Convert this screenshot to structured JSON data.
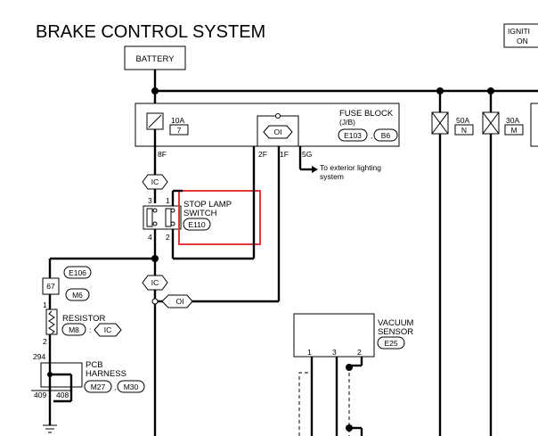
{
  "title": "BRAKE CONTROL SYSTEM",
  "ignition_label": [
    "IGNITI",
    "ON"
  ],
  "battery_label": "BATTERY",
  "fuse_10a": {
    "rating": "10A",
    "number": "7"
  },
  "fuse_block": {
    "line1": "FUSE BLOCK",
    "line2": "(J/B)",
    "connectors": [
      "E103",
      "B6"
    ]
  },
  "fuse_50a": {
    "rating": "50A",
    "letter": "N"
  },
  "fuse_30a": {
    "rating": "30A",
    "letter": "M"
  },
  "fuse_pins": {
    "p8f": "8F",
    "p2f": "2F",
    "p1f": "1F",
    "p5g": "5G"
  },
  "exterior_lighting": [
    "To exterior lighting",
    "system"
  ],
  "oi": "OI",
  "ic": "IC",
  "stop_lamp_switch": {
    "line1": "STOP LAMP",
    "line2": "SWITCH",
    "connector": "E110",
    "pins": [
      "3",
      "1",
      "4",
      "2"
    ]
  },
  "e106": "E106",
  "pin67": "67",
  "m6": "M6",
  "resistor": {
    "label": "RESISTOR",
    "pin_top": "1",
    "pin_bottom": "2",
    "connector": "M8",
    "separator": ":"
  },
  "pcb_harness": {
    "line1": "PCB",
    "line2": "HARNESS",
    "connectors": [
      "M27",
      "M30"
    ],
    "pins": [
      "294",
      "409",
      "408"
    ]
  },
  "vacuum_sensor": {
    "line1": "VACUUM",
    "line2": "SENSOR",
    "connector": "E25",
    "pins": [
      "1",
      "3",
      "2"
    ]
  }
}
